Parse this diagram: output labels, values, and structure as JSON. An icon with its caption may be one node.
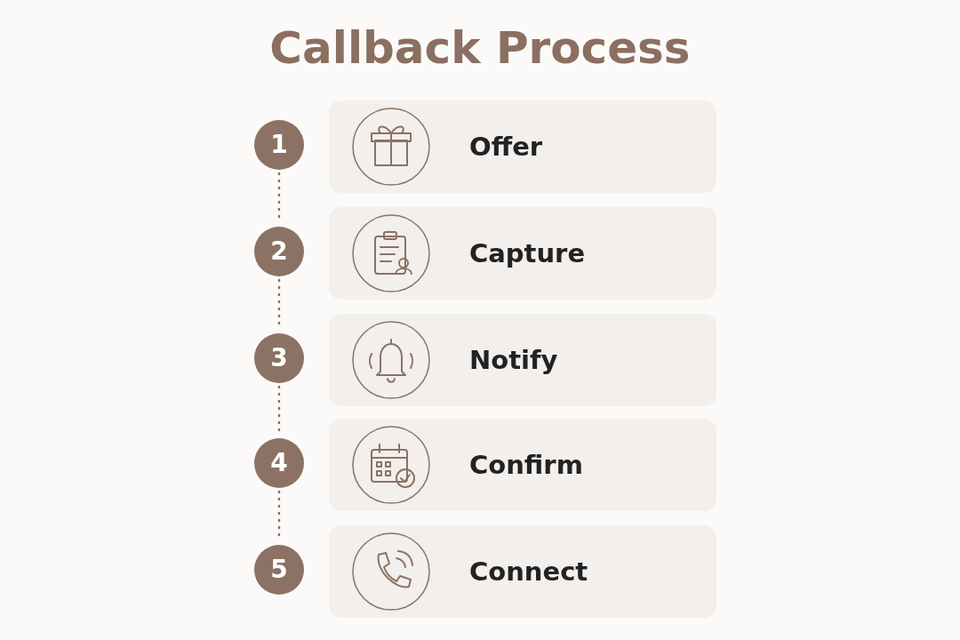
{
  "diagram": {
    "title": "Callback Process",
    "nodes": [
      {
        "text": [
          "1"
        ]
      },
      {
        "text": [
          "Offer"
        ]
      },
      {
        "text": [
          "2"
        ]
      },
      {
        "text": [
          "Capture"
        ]
      },
      {
        "text": [
          "3"
        ]
      },
      {
        "text": [
          "Notify"
        ]
      },
      {
        "text": [
          "4"
        ]
      },
      {
        "text": [
          "Confirm"
        ]
      },
      {
        "text": [
          "5"
        ]
      },
      {
        "text": [
          "Connect"
        ]
      }
    ],
    "edges": [
      {
        "from": 0,
        "to": 2,
        "arrow": "none",
        "style": "dashed"
      },
      {
        "from": 2,
        "to": 4,
        "arrow": "none",
        "style": "dashed"
      },
      {
        "from": 4,
        "to": 6,
        "arrow": "none",
        "style": "dashed"
      },
      {
        "from": 6,
        "to": 8,
        "arrow": "none",
        "style": "dashed"
      }
    ]
  }
}
